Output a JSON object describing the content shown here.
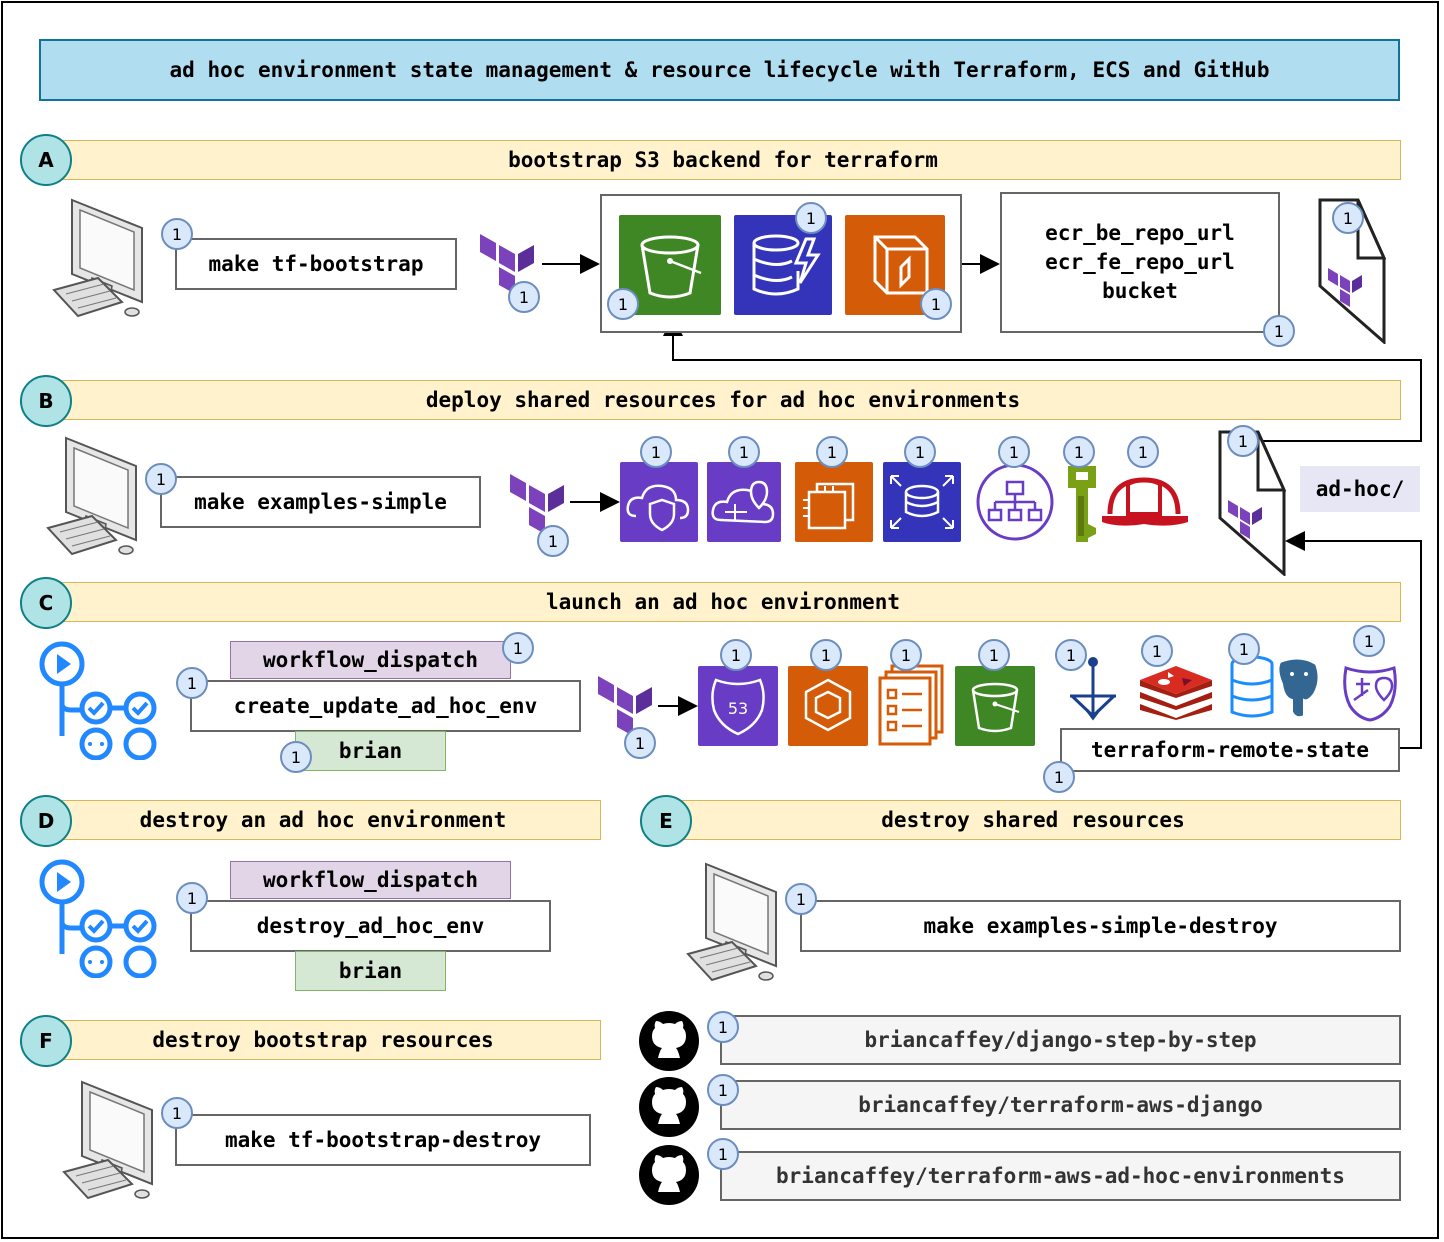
{
  "title": "ad hoc environment state management & resource lifecycle with Terraform, ECS and GitHub",
  "badge": "1",
  "sections": {
    "A": {
      "letter": "A",
      "banner": "bootstrap S3 backend for terraform",
      "command": "make tf-bootstrap",
      "outputs": [
        "ecr_be_repo_url",
        "ecr_fe_repo_url",
        "bucket"
      ]
    },
    "B": {
      "letter": "B",
      "banner": "deploy shared resources for ad hoc environments",
      "command": "make examples-simple"
    },
    "C": {
      "letter": "C",
      "banner": "launch an ad hoc environment",
      "trigger": "workflow_dispatch",
      "workflow": "create_update_ad_hoc_env",
      "env_name": "brian",
      "remote_state": "terraform-remote-state"
    },
    "D": {
      "letter": "D",
      "banner": "destroy an ad hoc environment",
      "trigger": "workflow_dispatch",
      "workflow": "destroy_ad_hoc_env",
      "env_name": "brian"
    },
    "E": {
      "letter": "E",
      "banner": "destroy shared resources",
      "command": "make examples-simple-destroy"
    },
    "F": {
      "letter": "F",
      "banner": "destroy bootstrap resources",
      "command": "make tf-bootstrap-destroy"
    }
  },
  "state_prefix": "ad-hoc/",
  "repos": [
    "briancaffey/django-step-by-step",
    "briancaffey/terraform-aws-django",
    "briancaffey/terraform-aws-ad-hoc-environments"
  ],
  "icons": [
    "computer-icon",
    "terraform-icon",
    "s3-bucket-icon",
    "dynamodb-icon",
    "ecr-icon",
    "terraform-state-file-icon",
    "vpc-icon",
    "cloud-map-icon",
    "ec2-icon",
    "rds-icon",
    "alb-icon",
    "key-icon",
    "bastion-helmet-icon",
    "github-actions-icon",
    "route53-icon",
    "ecs-icon",
    "task-definition-icon",
    "redis-icon",
    "postgres-icon",
    "github-icon"
  ],
  "colors": {
    "title_fill": "#b1ddf0",
    "banner_fill": "#fff2cc",
    "letter_fill": "#b0e3e6",
    "badge_fill": "#dae8fc",
    "trigger_fill": "#e1d5e7",
    "env_fill": "#d5e8d4",
    "storage_green": "#3f8624",
    "database_blue": "#3334b9",
    "compute_orange": "#d45b07",
    "network_purple": "#693cc5",
    "security_red": "#c7131f"
  }
}
